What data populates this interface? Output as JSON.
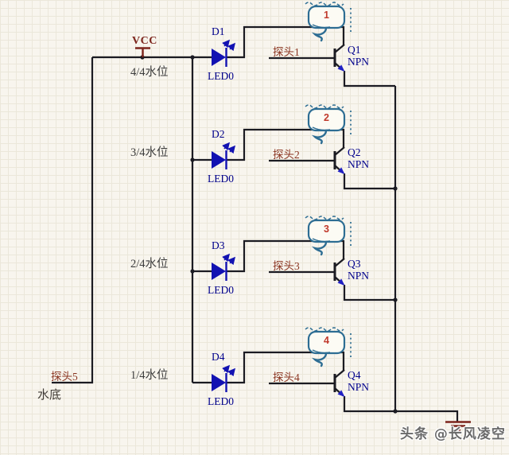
{
  "power": {
    "vcc_label": "VCC"
  },
  "stages": [
    {
      "callout_number": "1",
      "level": "4/4水位",
      "diode_ref": "D1",
      "diode_model": "LED0",
      "probe": "探头1",
      "q_ref": "Q1",
      "q_type": "NPN"
    },
    {
      "callout_number": "2",
      "level": "3/4水位",
      "diode_ref": "D2",
      "diode_model": "LED0",
      "probe": "探头2",
      "q_ref": "Q2",
      "q_type": "NPN"
    },
    {
      "callout_number": "3",
      "level": "2/4水位",
      "diode_ref": "D3",
      "diode_model": "LED0",
      "probe": "探头3",
      "q_ref": "Q3",
      "q_type": "NPN"
    },
    {
      "callout_number": "4",
      "level": "1/4水位",
      "diode_ref": "D4",
      "diode_model": "LED0",
      "probe": "探头4",
      "q_ref": "Q4",
      "q_type": "NPN"
    }
  ],
  "common_probe": {
    "label": "探头5",
    "bottom_label": "水底"
  },
  "watermark": {
    "text": "头条 @长风凌空"
  },
  "colors": {
    "wire": "#1b1b22",
    "device_blue": "#1212b2",
    "label_navy": "#00008b",
    "power_red": "#7c241c",
    "probe_red": "#8a3420",
    "level_text": "#3c3c3c",
    "callout_ink": "#2d6d93",
    "callout_number_red": "#c0392b",
    "watermark_gray": "#6a6a6a",
    "background": "#f8f5ee"
  }
}
